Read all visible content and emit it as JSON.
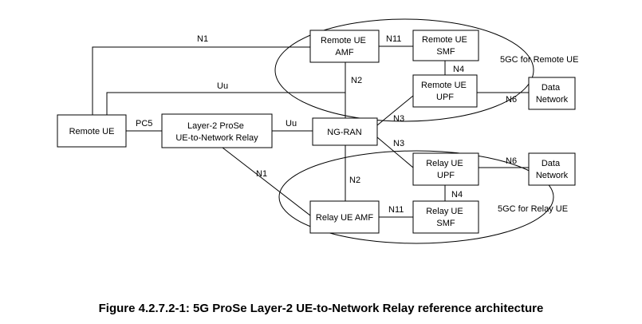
{
  "nodes": {
    "remote_ue": [
      "Remote UE"
    ],
    "relay": [
      "Layer-2 ProSe",
      "UE-to-Network Relay"
    ],
    "ngran": [
      "NG-RAN"
    ],
    "remote_amf": [
      "Remote UE",
      "AMF"
    ],
    "remote_smf": [
      "Remote UE",
      "SMF"
    ],
    "remote_upf": [
      "Remote UE",
      "UPF"
    ],
    "dn_top": [
      "Data",
      "Network"
    ],
    "relay_upf": [
      "Relay UE",
      "UPF"
    ],
    "dn_bottom": [
      "Data",
      "Network"
    ],
    "relay_amf": [
      "Relay UE AMF"
    ],
    "relay_smf": [
      "Relay UE",
      "SMF"
    ]
  },
  "interfaces": {
    "n1_top": "N1",
    "uu_top": "Uu",
    "pc5": "PC5",
    "uu_mid": "Uu",
    "n11_top": "N11",
    "n4_top": "N4",
    "n2_top": "N2",
    "n6_top": "N6",
    "n3_top": "N3",
    "n3_bottom": "N3",
    "n1_bottom": "N1",
    "n2_bottom": "N2",
    "n6_bottom": "N6",
    "n4_bottom": "N4",
    "n11_bottom": "N11"
  },
  "groups": {
    "remote": "5GC for Remote UE",
    "relay": "5GC for Relay UE"
  },
  "caption": "Figure 4.2.7.2-1: 5G ProSe Layer-2 UE-to-Network Relay reference architecture"
}
